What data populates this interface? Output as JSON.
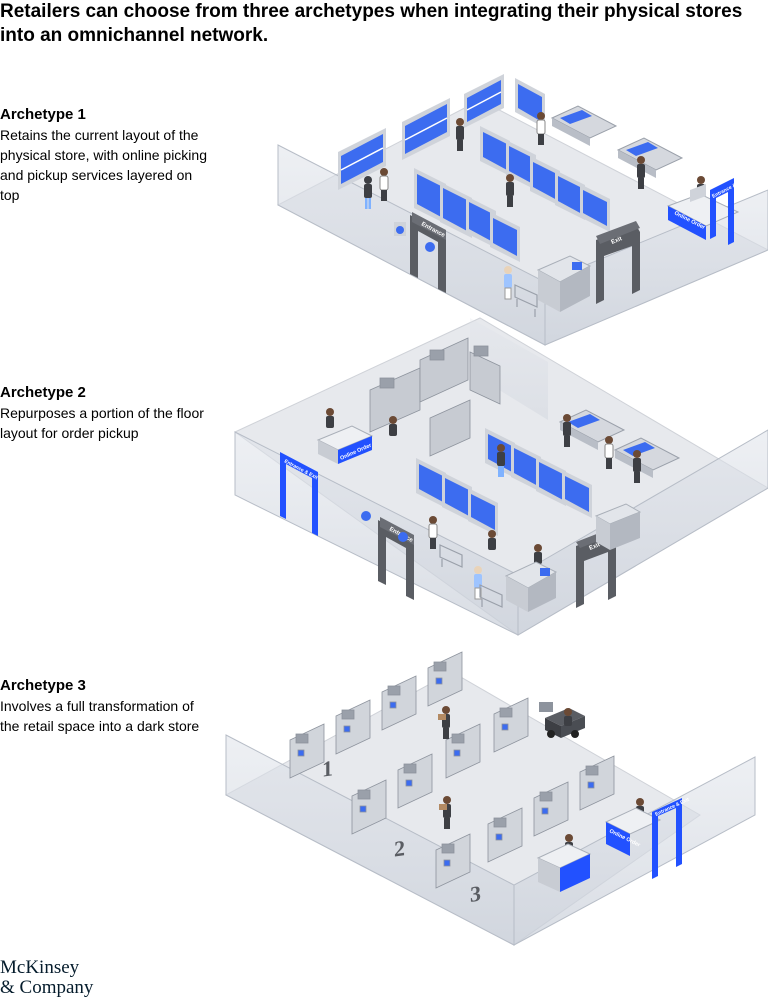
{
  "title": "Retailers can choose from three archetypes when integrating their physical stores into an omnichannel network.",
  "archetypes": [
    {
      "heading": "Archetype 1",
      "description": "Retains the current layout of the physical store, with online picking and pickup services layered on top"
    },
    {
      "heading": "Archetype 2",
      "description": "Repurposes a portion of the floor layout for order pickup"
    },
    {
      "heading": "Archetype 3",
      "description": "Involves a full transformation of the retail space into a dark store"
    }
  ],
  "signage": {
    "entrance": "Entrance",
    "exit": "Exit",
    "entrance_exit": "Entrance & Exit",
    "online_order": "Online Order"
  },
  "zones": [
    "1",
    "2",
    "3"
  ],
  "logo": {
    "line1": "McKinsey",
    "line2": "& Company"
  },
  "colors": {
    "accent_blue": "#2251ff",
    "shelf_blue": "#3c6cf0",
    "floor": "#e6e8ec",
    "floor_edge": "#c9ccd2",
    "dark": "#3d3f44"
  }
}
